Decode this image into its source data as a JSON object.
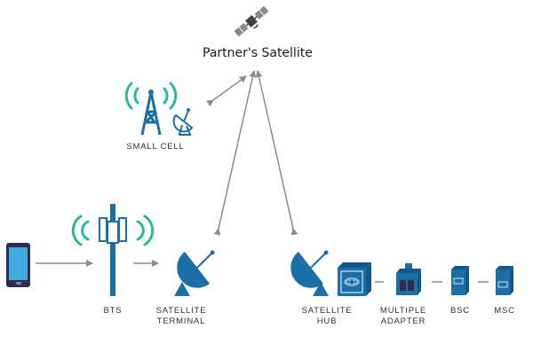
{
  "diagram": {
    "satellite_label": "Partner's Satellite",
    "small_cell_label": "SMALL CELL",
    "bts_label": "BTS",
    "satellite_terminal_label": [
      "SATELLITE",
      "TERMINAL"
    ],
    "satellite_hub_label": [
      "SATELLITE",
      "HUB"
    ],
    "multiple_adapter_label": [
      "MULTIPLE",
      "ADAPTER"
    ],
    "bsc_label": "BSC",
    "msc_label": "MSC"
  },
  "colors": {
    "device_blue": "#1a6fa6",
    "signal_green": "#2bb8a0",
    "arrow_gray": "#8c8c8c",
    "satellite_gray": "#555555"
  },
  "icons": [
    "satellite-icon",
    "small-cell-tower-icon",
    "phone-icon",
    "bts-tower-icon",
    "satellite-dish-icon",
    "hub-icon",
    "adapter-icon",
    "bsc-server-icon",
    "msc-server-icon"
  ]
}
